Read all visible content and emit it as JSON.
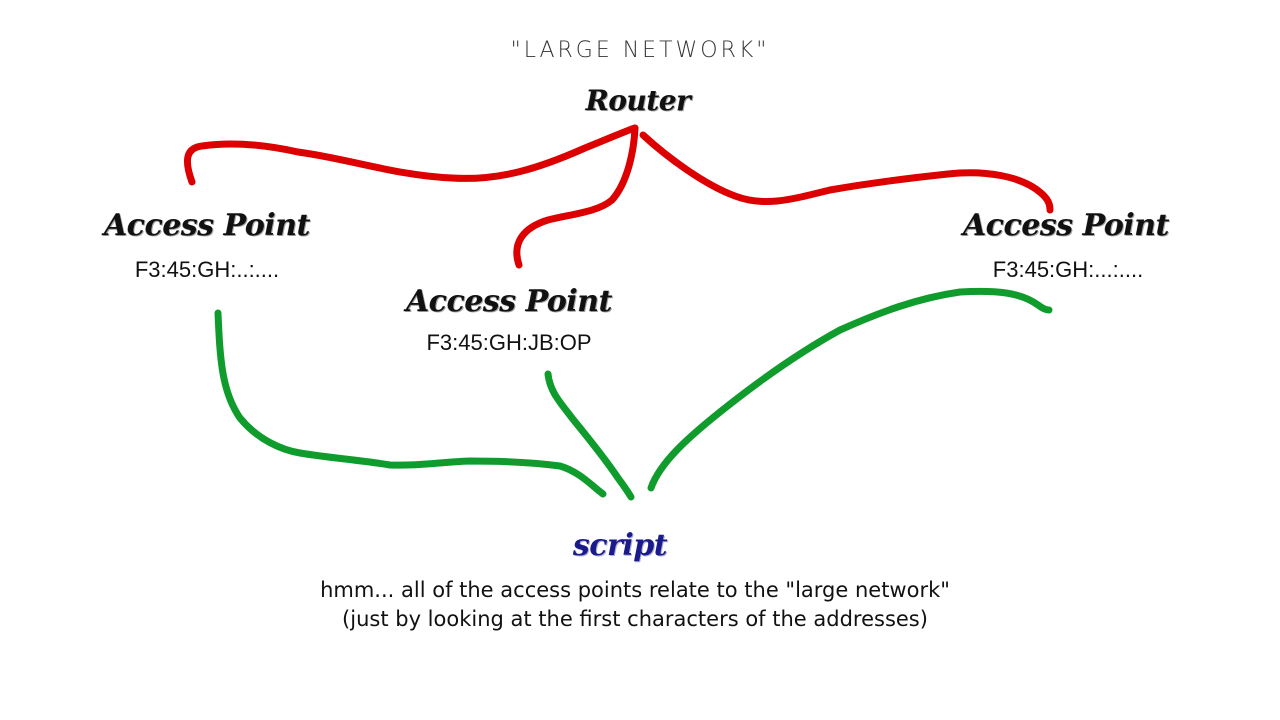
{
  "title": "\"LARGE NETWORK\"",
  "router": {
    "label": "Router"
  },
  "access_points": [
    {
      "label": "Access Point",
      "address": "F3:45:GH:..:...."
    },
    {
      "label": "Access Point",
      "address": "F3:45:GH:JB:OP"
    },
    {
      "label": "Access Point",
      "address": "F3:45:GH:...:...."
    }
  ],
  "script": {
    "label": "script",
    "note_line1": "hmm... all of the access points relate to the \"large network\"",
    "note_line2": "(just by looking at the first characters of the addresses)"
  },
  "colors": {
    "router_links": "#dd0000",
    "script_links": "#109c2c",
    "script_label": "#1a1a8c"
  }
}
